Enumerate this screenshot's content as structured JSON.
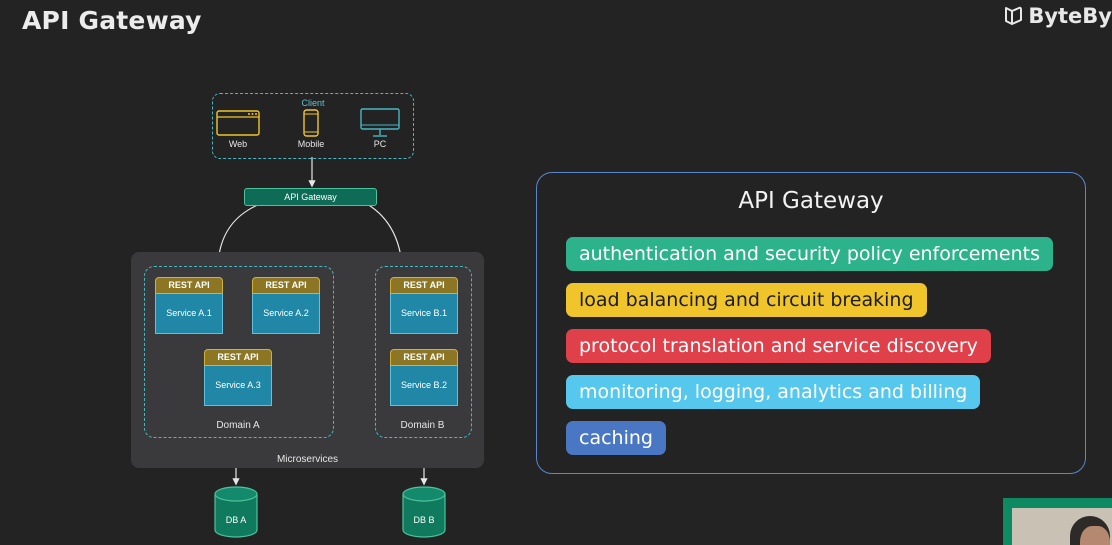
{
  "header": {
    "title": "API Gateway",
    "brand": "ByteBy"
  },
  "diagram": {
    "client": {
      "label": "Client",
      "devices": [
        {
          "label": "Web",
          "icon": "browser-icon"
        },
        {
          "label": "Mobile",
          "icon": "mobile-icon"
        },
        {
          "label": "PC",
          "icon": "monitor-icon"
        }
      ]
    },
    "gateway_label": "API Gateway",
    "microservices_label": "Microservices",
    "domains": [
      {
        "label": "Domain A",
        "services": [
          {
            "api": "REST API",
            "name": "Service A.1"
          },
          {
            "api": "REST API",
            "name": "Service A.2"
          },
          {
            "api": "REST API",
            "name": "Service A.3"
          }
        ]
      },
      {
        "label": "Domain B",
        "services": [
          {
            "api": "REST API",
            "name": "Service B.1"
          },
          {
            "api": "REST API",
            "name": "Service B.2"
          }
        ]
      }
    ],
    "databases": [
      {
        "label": "DB A"
      },
      {
        "label": "DB B"
      }
    ]
  },
  "features": {
    "title": "API Gateway",
    "items": [
      {
        "label": "authentication and security policy enforcements",
        "bg": "#2db38c",
        "fg": "#ffffff"
      },
      {
        "label": "load balancing and circuit breaking",
        "bg": "#f0c42b",
        "fg": "#1c1c1c"
      },
      {
        "label": "protocol translation and service discovery",
        "bg": "#e0404a",
        "fg": "#ffffff"
      },
      {
        "label": "monitoring, logging, analytics and billing",
        "bg": "#56c8ee",
        "fg": "#ffffff"
      },
      {
        "label": "caching",
        "bg": "#4a77c4",
        "fg": "#ffffff"
      }
    ]
  },
  "colors": {
    "background": "#232323",
    "accent_teal": "#48b7c4",
    "gateway_green": "#0e6b55",
    "panel_border": "#5a86cc"
  }
}
